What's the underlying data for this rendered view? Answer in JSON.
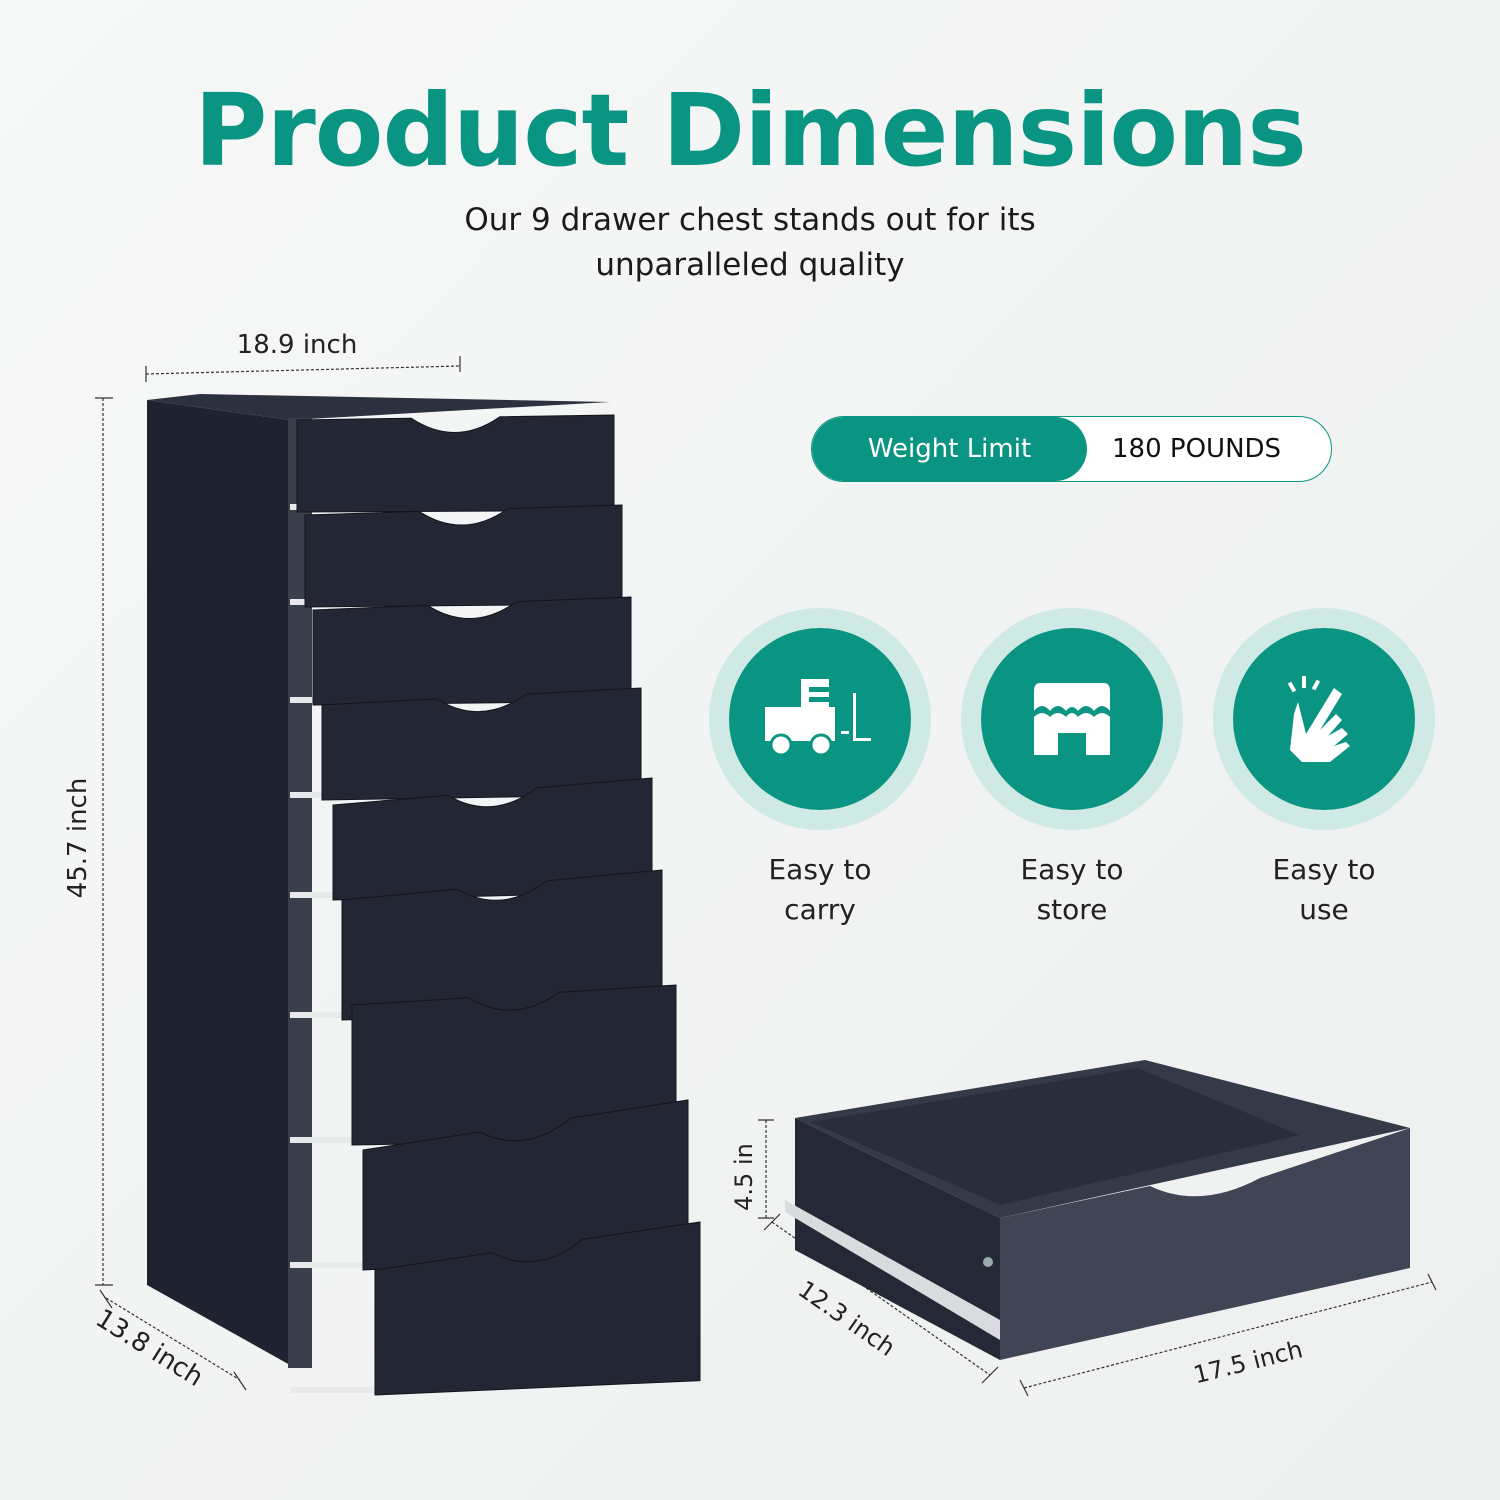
{
  "header": {
    "title": "Product Dimensions",
    "subtitle_line1": "Our 9 drawer chest stands out for its",
    "subtitle_line2": "unparalleled quality"
  },
  "weight": {
    "label": "Weight Limit",
    "value": "180 POUNDS"
  },
  "features": [
    {
      "icon": "forklift-icon",
      "line1": "Easy to",
      "line2": "carry"
    },
    {
      "icon": "storefront-icon",
      "line1": "Easy to",
      "line2": "store"
    },
    {
      "icon": "hand-snap-icon",
      "line1": "Easy to",
      "line2": "use"
    }
  ],
  "dimensions": {
    "chest_width": "18.9 inch",
    "chest_height": "45.7 inch",
    "chest_depth": "13.8 inch",
    "drawer_height": "4.5 in",
    "drawer_depth": "12.3 inch",
    "drawer_width": "17.5 inch"
  },
  "colors": {
    "accent": "#0a9582",
    "accent_light": "#cfe9e5",
    "furniture": "#232734"
  }
}
